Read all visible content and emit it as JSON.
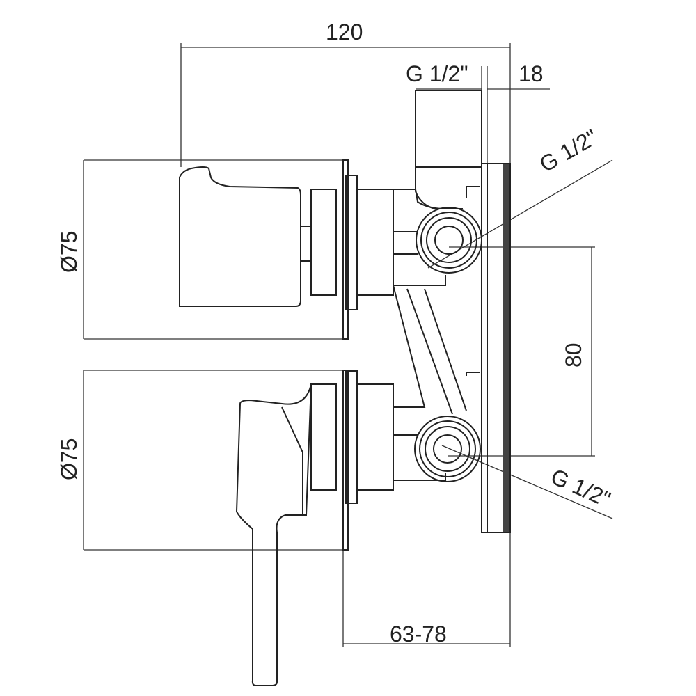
{
  "drawing": {
    "dim_overall_width": "120",
    "dim_inlet_thread_top": "G 1/2\"",
    "dim_plate_thickness": "18",
    "dim_inlet_thread_upper": "G 1/2\"",
    "dim_diameter_upper": "Ø75",
    "dim_diameter_lower": "Ø75",
    "dim_centre_distance": "80",
    "dim_inlet_thread_lower": "G 1/2\"",
    "dim_depth_range": "63-78"
  }
}
